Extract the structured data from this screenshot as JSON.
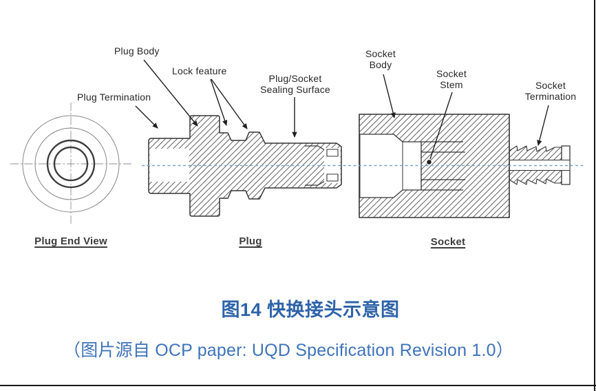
{
  "figure": {
    "part_labels": {
      "plug_termination": "Plug Termination",
      "plug_body": "Plug Body",
      "lock_feature": "Lock feature",
      "sealing_surface": [
        "Plug/Socket",
        "Sealing Surface"
      ],
      "socket_body": [
        "Socket",
        "Body"
      ],
      "socket_stem": [
        "Socket",
        "Stem"
      ],
      "socket_termination": [
        "Socket",
        "Termination"
      ]
    },
    "view_titles": {
      "plug_end_view": "Plug End View",
      "plug": "Plug",
      "socket": "Socket"
    }
  },
  "caption": {
    "title": "图14 快换接头示意图",
    "source": "（图片源自 OCP paper: UQD Specification Revision 1.0）"
  },
  "colors": {
    "caption_title_blue": "#2e63a8",
    "caption_source_blue": "#3e73ba",
    "centerline_blue": "#7ba1d1",
    "drawing_line": "#333333"
  }
}
